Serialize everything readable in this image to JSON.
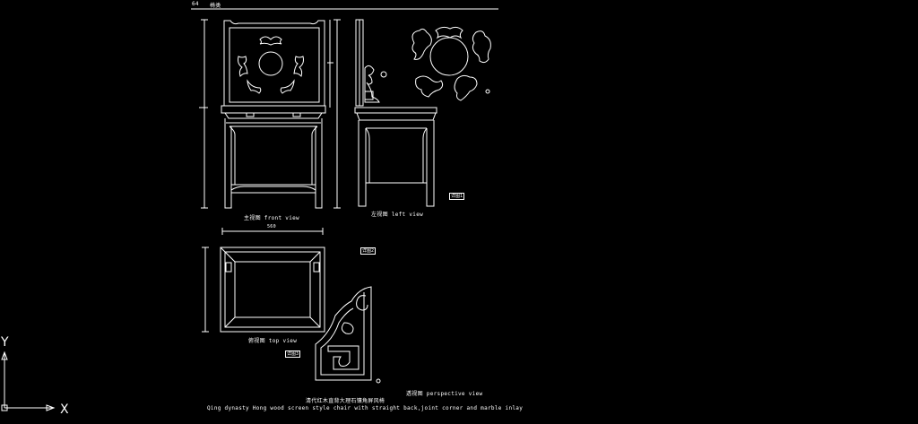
{
  "page": {
    "number": "64",
    "section": "椅类"
  },
  "views": {
    "front": "主视图  front view",
    "left": "左视图  left view",
    "top": "俯视图  top view",
    "perspective": "透视图  perspective view"
  },
  "dimensions": {
    "top_width": "560"
  },
  "tags": {
    "a": "详图1",
    "b": "详图2",
    "c": "详图3"
  },
  "caption": {
    "zh": "清代红木直背大理石镶角屏风椅",
    "en": "Qing dynasty Hong wood screen style chair with straight back,joint corner and marble inlay"
  },
  "ucs": {
    "y": "Y",
    "x": "X"
  },
  "colors": {
    "background": "#000000",
    "lines": "#ffffff"
  }
}
